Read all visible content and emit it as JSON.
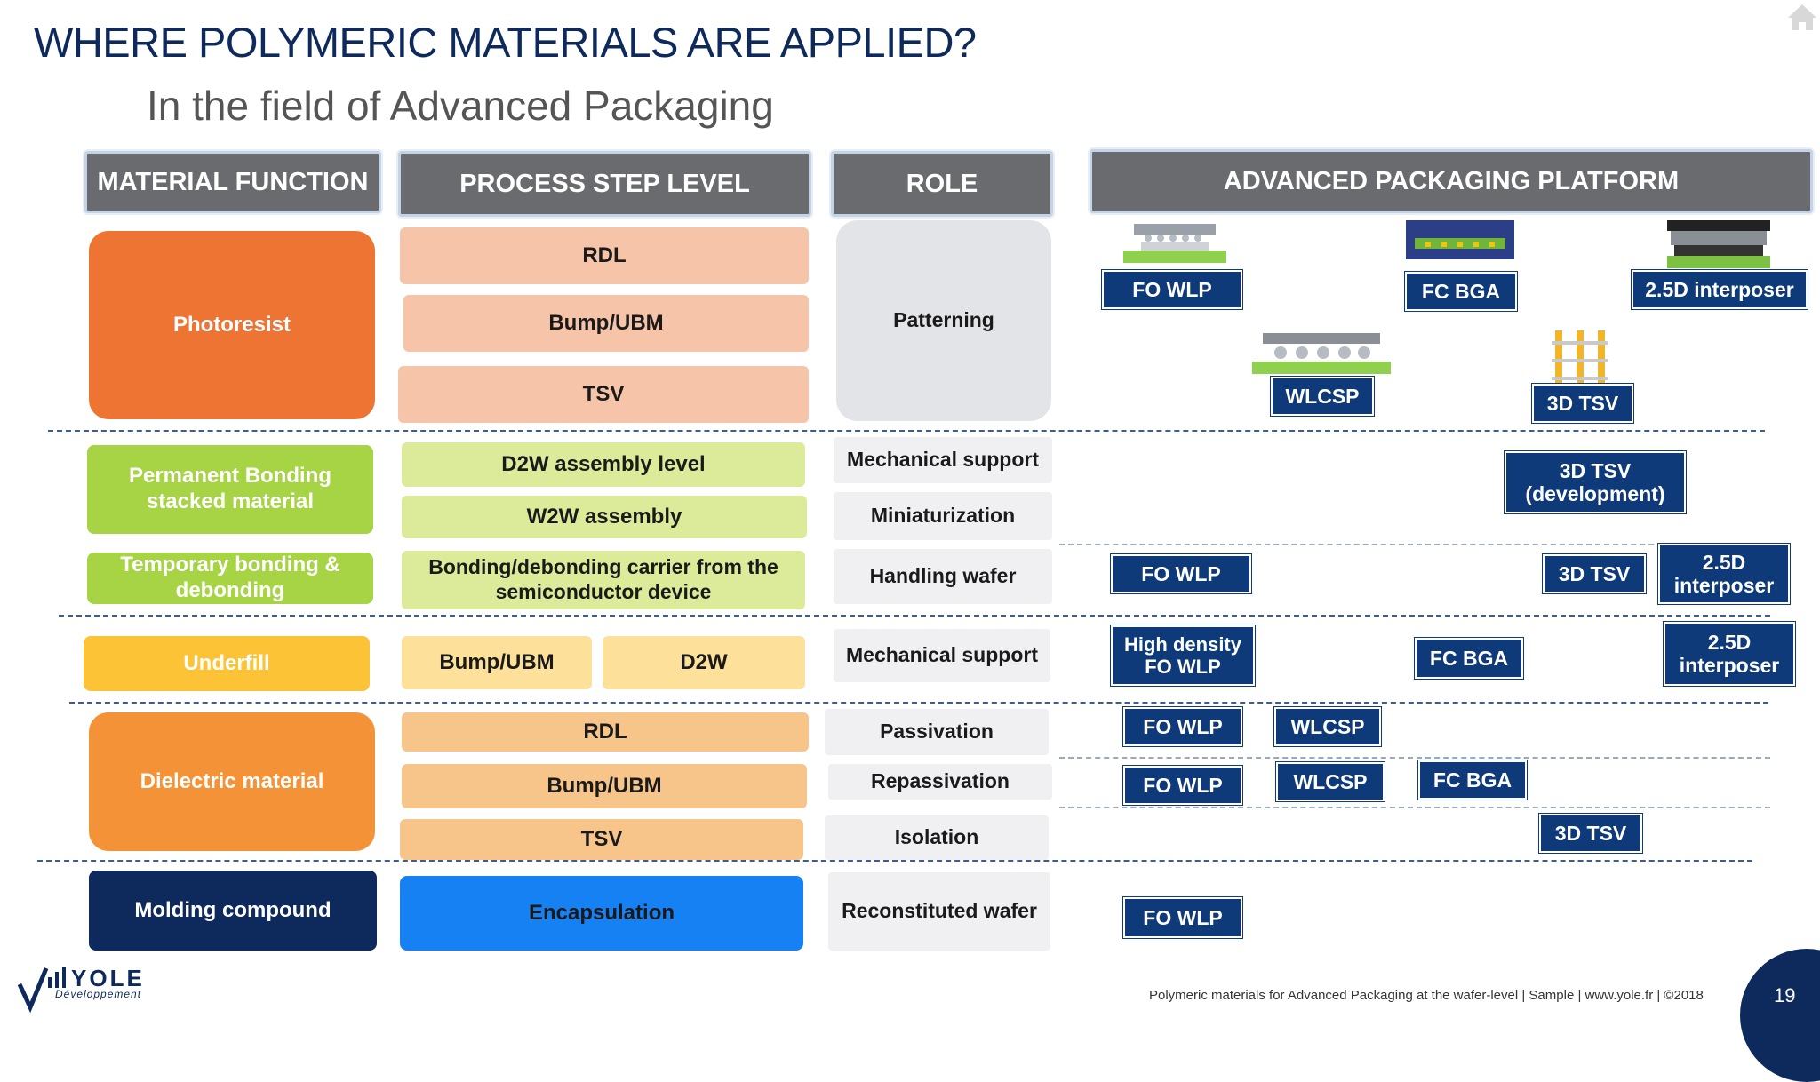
{
  "title": "WHERE POLYMERIC MATERIALS ARE APPLIED?",
  "subtitle": "In the field of Advanced Packaging",
  "headers": {
    "material_function": "MATERIAL FUNCTION",
    "process_step": "PROCESS STEP LEVEL",
    "role": "ROLE",
    "platform": "ADVANCED PACKAGING PLATFORM"
  },
  "functions": {
    "photoresist": "Photoresist",
    "permanent_bonding": "Permanent Bonding stacked material",
    "temporary_bonding": "Temporary bonding & debonding",
    "underfill": "Underfill",
    "dielectric": "Dielectric material",
    "molding": "Molding compound"
  },
  "steps": {
    "photo_rdl": "RDL",
    "photo_bump": "Bump/UBM",
    "photo_tsv": "TSV",
    "d2w_assembly": "D2W assembly level",
    "w2w_assembly": "W2W assembly",
    "bonding_carrier": "Bonding/debonding carrier from the semiconductor device",
    "underfill_bump": "Bump/UBM",
    "underfill_d2w": "D2W",
    "diel_rdl": "RDL",
    "diel_bump": "Bump/UBM",
    "diel_tsv": "TSV",
    "encapsulation": "Encapsulation"
  },
  "roles": {
    "patterning": "Patterning",
    "mech_support_1": "Mechanical support",
    "miniaturization": "Miniaturization",
    "handling_wafer": "Handling wafer",
    "mech_support_2": "Mechanical support",
    "passivation": "Passivation",
    "repassivation": "Repassivation",
    "isolation": "Isolation",
    "reconstituted": "Reconstituted wafer"
  },
  "platforms": {
    "r1_fowlp": "FO WLP",
    "r1_fcbga": "FC BGA",
    "r1_interposer": "2.5D interposer",
    "r1_wlcsp": "WLCSP",
    "r1_3dtsv": "3D TSV",
    "r2_3dtsv_dev": "3D TSV (development)",
    "r3_fowlp": "FO WLP",
    "r3_3dtsv": "3D TSV",
    "r3_interposer": "2.5D interposer",
    "r4_hd_fowlp": "High density FO WLP",
    "r4_fcbga": "FC BGA",
    "r4_interposer": "2.5D interposer",
    "r5_fowlp": "FO WLP",
    "r5_wlcsp": "WLCSP",
    "r6_fowlp": "FO WLP",
    "r6_wlcsp": "WLCSP",
    "r6_fcbga": "FC BGA",
    "r7_3dtsv": "3D TSV",
    "r8_fowlp": "FO WLP"
  },
  "footer": "Polymeric materials for Advanced Packaging at the wafer-level | Sample | www.yole.fr | ©2018",
  "page_number": "19",
  "logo": {
    "name": "YOLE",
    "tagline": "Développement"
  },
  "colors": {
    "title": "#0e2a5c",
    "photoresist": "#ee7434",
    "photoresist_steps": "#f6c4a8",
    "bonding": "#a6d444",
    "bonding_steps": "#dceb9a",
    "underfill": "#fcc337",
    "underfill_steps": "#fde09a",
    "dielectric": "#f39237",
    "dielectric_steps": "#f7c48a",
    "molding": "#0e2a5c",
    "encapsulation": "#1581f2",
    "platform_box": "#0e3a7a"
  }
}
